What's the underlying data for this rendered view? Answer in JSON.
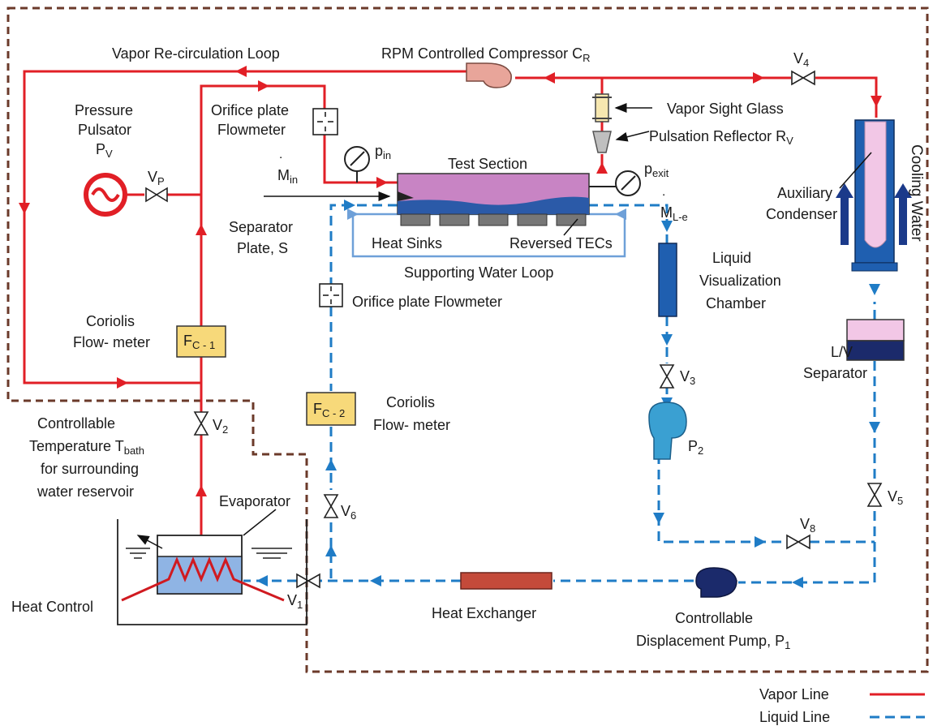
{
  "colors": {
    "vapor": "#e11f26",
    "liquid": "#1f7cc6",
    "boundary": "#6b3a2a",
    "pump_dark": "#1b2a6b",
    "flowmeter_fill": "#f7d97a",
    "heat_exchanger": "#c44a3a",
    "test_section": "#c884c4"
  },
  "labels": {
    "vapor_loop": "Vapor Re-circulation Loop",
    "compressor": "RPM Controlled Compressor C",
    "compressor_sub": "R",
    "v4": "V",
    "v4_sub": "4",
    "sight_glass": "Vapor Sight Glass",
    "pulsation_reflector": "Pulsation Reflector R",
    "pulsation_reflector_sub": "V",
    "cooling_water": "Cooling Water",
    "aux_condenser_1": "Auxiliary",
    "aux_condenser_2": "Condenser",
    "pulsator_1": "Pressure",
    "pulsator_2": "Pulsator",
    "pulsator_3": "P",
    "pulsator_3_sub": "V",
    "vp": "V",
    "vp_sub": "P",
    "orifice_top_1": "Orifice plate",
    "orifice_top_2": "Flowmeter",
    "pin": "p",
    "pin_sub": "in",
    "min": "M",
    "min_sub": "in",
    "test_section": "Test Section",
    "pexit": "p",
    "pexit_sub": "exit",
    "mle": "M",
    "mle_sub": "L-e",
    "separator_1": "Separator",
    "separator_2": "Plate, S",
    "heat_sinks": "Heat Sinks",
    "reversed_tecs": "Reversed TECs",
    "supporting_loop": "Supporting Water Loop",
    "liquid_vis_1": "Liquid",
    "liquid_vis_2": "Visualization",
    "liquid_vis_3": "Chamber",
    "orifice_bottom": "Orifice plate Flowmeter",
    "coriolis_left_1": "Coriolis",
    "coriolis_left_2": "Flow- meter",
    "fc1": "F",
    "fc1_sub": "C - 1",
    "fc2": "F",
    "fc2_sub": "C - 2",
    "coriolis_right_1": "Coriolis",
    "coriolis_right_2": "Flow- meter",
    "lv_1": "L/V",
    "lv_2": "Separator",
    "v3": "V",
    "v3_sub": "3",
    "p2": "P",
    "p2_sub": "2",
    "v2": "V",
    "v2_sub": "2",
    "bath_1": "Controllable",
    "bath_2": "Temperature T",
    "bath_2_sub": "bath",
    "bath_3": "for surrounding",
    "bath_4": "water reservoir",
    "evaporator": "Evaporator",
    "v6": "V",
    "v6_sub": "6",
    "v5": "V",
    "v5_sub": "5",
    "v8": "V",
    "v8_sub": "8",
    "v1": "V",
    "v1_sub": "1",
    "heat_control": "Heat Control",
    "heat_exchanger": "Heat Exchanger",
    "pump1_1": "Controllable",
    "pump1_2": "Displacement Pump, P",
    "pump1_sub": "1",
    "legend_vapor": "Vapor Line",
    "legend_liquid": "Liquid Line"
  }
}
